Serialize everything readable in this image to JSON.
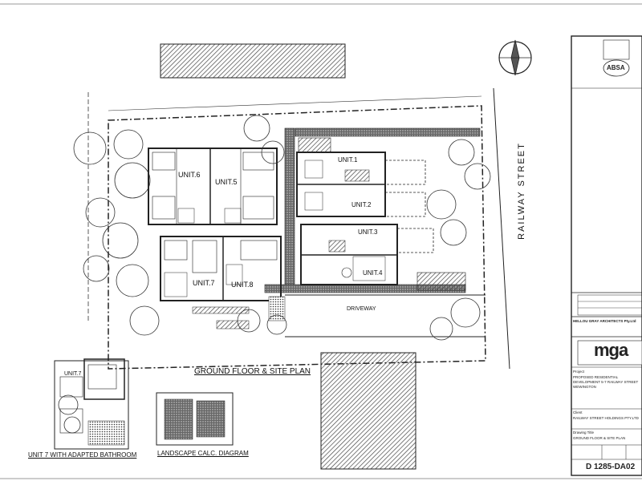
{
  "units": {
    "u1": "UNIT.1",
    "u2": "UNIT.2",
    "u3": "UNIT.3",
    "u4": "UNIT.4",
    "u5": "UNIT.5",
    "u6": "UNIT.6",
    "u7": "UNIT.7",
    "u8": "UNIT.8",
    "u7_inset": "UNIT.7"
  },
  "labels": {
    "street": "RAILWAY STREET",
    "driveway": "DRIVEWAY",
    "ground_floor_title": "GROUND FLOOR & SITE PLAN",
    "landscape_title": "LANDSCAPE CALC. DIAGRAM",
    "unit7_adapted_title": "UNIT 7 WITH ADAPTED BATHROOM"
  },
  "title_block": {
    "cert_badge": "ABSA",
    "firm_name": "HELLOU GRAY ARCHITECTS Pty.Ltd",
    "logo_text": "mga",
    "project_label": "Project",
    "project_text": "PROPOSED RESIDENTIAL DEVELOPMENT 5-7 RAILWAY STREET WEWINGTON",
    "client_label": "Client",
    "client_text": "RAILWAY STREET HOLDINGS PTY.LTD",
    "drawing_label": "Drawing Title",
    "drawing_text": "GROUND FLOOR & SITE PLAN",
    "drawing_number": "D 1285-DA02"
  },
  "colors": {
    "line": "#222222",
    "hatch": "#555555",
    "paper": "#ffffff"
  }
}
